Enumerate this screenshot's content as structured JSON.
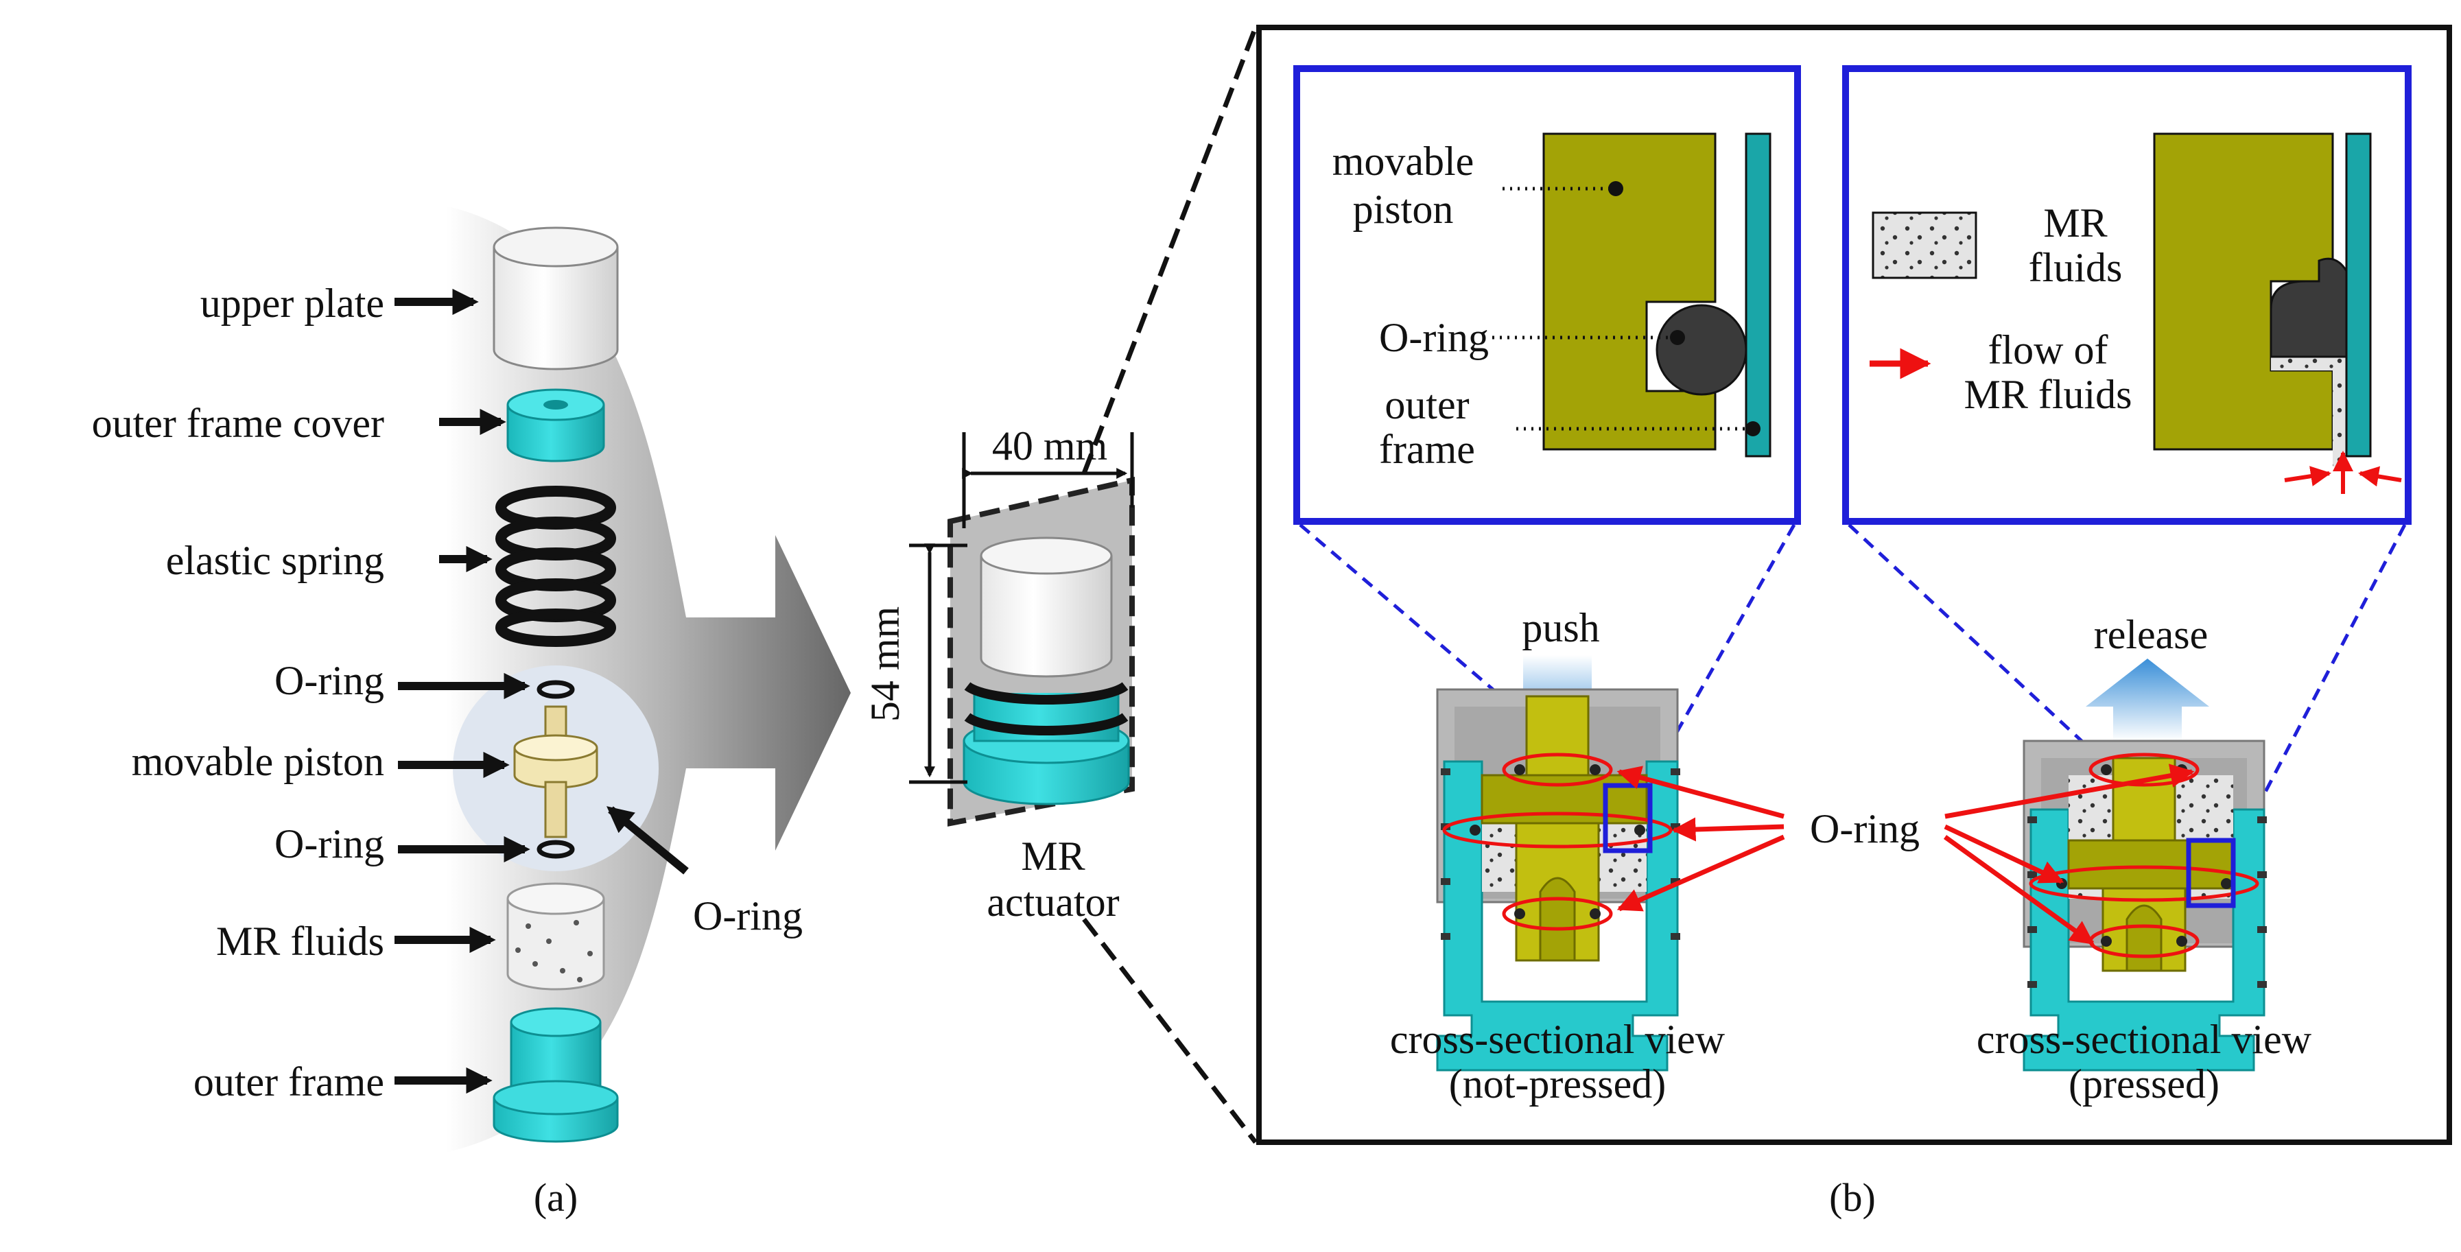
{
  "colors": {
    "teal": "#27c9cc",
    "tealDark": "#0d8f92",
    "olive": "#a3a306",
    "oliveLight": "#c2bf10",
    "blue": "#1f1fd9",
    "red": "#ee1111",
    "gray": "#b8b8b8",
    "dark": "#3a3a3a",
    "paleBlue": "#dfe6f0"
  },
  "panel_a": {
    "caption": "(a)",
    "labels": {
      "upper_plate": "upper plate",
      "outer_frame_cover": "outer frame cover",
      "elastic_spring": "elastic spring",
      "o_ring_top": "O-ring",
      "movable_piston": "movable piston",
      "o_ring_bottom": "O-ring",
      "mr_fluids": "MR fluids",
      "outer_frame": "outer frame",
      "o_ring_callout": "O-ring"
    }
  },
  "actuator": {
    "width_dim": "40 mm",
    "height_dim": "54 mm",
    "label_line1": "MR",
    "label_line2": "actuator"
  },
  "panel_b": {
    "caption": "(b)",
    "detail_left": {
      "movable_piston_1": "movable",
      "movable_piston_2": "piston",
      "o_ring": "O-ring",
      "outer_frame_1": "outer",
      "outer_frame_2": "frame"
    },
    "detail_right": {
      "mr_fluids_1": "MR",
      "mr_fluids_2": "fluids",
      "flow_1": "flow of",
      "flow_2": "MR fluids"
    },
    "push": "push",
    "release": "release",
    "o_ring_center": "O-ring",
    "left_view_1": "cross-sectional view",
    "left_view_2": "(not-pressed)",
    "right_view_1": "cross-sectional view",
    "right_view_2": "(pressed)"
  }
}
